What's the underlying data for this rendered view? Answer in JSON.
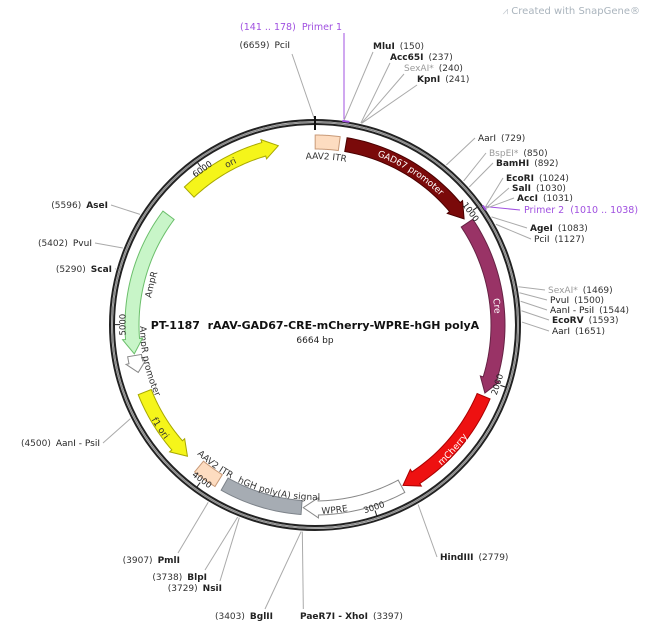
{
  "watermark": "Created with SnapGene®",
  "plasmid": {
    "name": "PT-1187  rAAV-GAD67-CRE-mCherry-WPRE-hGH polyA",
    "length_label": "6664 bp",
    "length": 6664
  },
  "ticks": [
    {
      "bp": 1000,
      "label": "1000"
    },
    {
      "bp": 2000,
      "label": "2000"
    },
    {
      "bp": 3000,
      "label": "3000"
    },
    {
      "bp": 4000,
      "label": "4000"
    },
    {
      "bp": 5000,
      "label": "5000"
    },
    {
      "bp": 6000,
      "label": "6000"
    }
  ],
  "features": [
    {
      "name": "AAV2 ITR",
      "start": 1,
      "end": 141,
      "direction": "none",
      "color": "#fddcc0",
      "stroke": "#c89a78",
      "label_color": "#333333"
    },
    {
      "name": "GAD67 promoter",
      "start": 180,
      "end": 1010,
      "direction": "cw",
      "color": "#7a0a0a",
      "stroke": "#4a0000",
      "label_color": "#ffffff"
    },
    {
      "name": "Cre",
      "start": 1040,
      "end": 2070,
      "direction": "cw",
      "color": "#993366",
      "stroke": "#662244",
      "label_color": "#ffffff"
    },
    {
      "name": "mCherry",
      "start": 2090,
      "end": 2800,
      "direction": "cw",
      "color": "#ee1111",
      "stroke": "#aa0000",
      "label_color": "#ffffff"
    },
    {
      "name": "WPRE",
      "start": 2810,
      "end": 3400,
      "direction": "cw",
      "color": "#ffffff",
      "stroke": "#888888",
      "label_color": "#333333"
    },
    {
      "name": "hGH poly(A) signal",
      "start": 3410,
      "end": 3880,
      "direction": "none",
      "color": "#a6acb3",
      "stroke": "#7d838a",
      "label_color": "#333333"
    },
    {
      "name": "AAV2 ITR",
      "start": 3920,
      "end": 4060,
      "direction": "none",
      "color": "#fddcc0",
      "stroke": "#c89a78",
      "label_color": "#333333"
    },
    {
      "name": "f1 ori",
      "start": 4150,
      "end": 4600,
      "direction": "ccw",
      "color": "#f5f51a",
      "stroke": "#a8a800",
      "label_color": "#333333"
    },
    {
      "name": "AmpR promoter",
      "start": 4720,
      "end": 4820,
      "direction": "ccw",
      "color": "#ffffff",
      "stroke": "#888888",
      "label_color": "#333333"
    },
    {
      "name": "AmpR",
      "start": 4830,
      "end": 5680,
      "direction": "ccw",
      "color": "#c8f5c8",
      "stroke": "#6bbf6b",
      "label_color": "#333333"
    },
    {
      "name": "ori",
      "start": 5860,
      "end": 6450,
      "direction": "cw",
      "color": "#f5f51a",
      "stroke": "#a8a800",
      "label_color": "#333333"
    }
  ],
  "primers": [
    {
      "name": "Primer 1",
      "range": "(141 .. 178)",
      "start": 141,
      "end": 178
    },
    {
      "name": "Primer 2",
      "range": "(1010 .. 1038)",
      "start": 1010,
      "end": 1038
    }
  ],
  "sites": [
    {
      "name": "PciI",
      "pos": "(6659)",
      "bp": 6659
    },
    {
      "name": "MluI",
      "pos": "(150)",
      "bp": 150
    },
    {
      "name": "Acc65I",
      "pos": "(237)",
      "bp": 237
    },
    {
      "name": "SexAI*",
      "pos": "(240)",
      "bp": 240
    },
    {
      "name": "KpnI",
      "pos": "(241)",
      "bp": 241
    },
    {
      "name": "AarI",
      "pos": "(729)",
      "bp": 729
    },
    {
      "name": "BspEI*",
      "pos": "(850)",
      "bp": 850
    },
    {
      "name": "BamHI",
      "pos": "(892)",
      "bp": 892
    },
    {
      "name": "EcoRI",
      "pos": "(1024)",
      "bp": 1024
    },
    {
      "name": "SalI",
      "pos": "(1030)",
      "bp": 1030
    },
    {
      "name": "AccI",
      "pos": "(1031)",
      "bp": 1031
    },
    {
      "name": "AgeI",
      "pos": "(1083)",
      "bp": 1083
    },
    {
      "name": "PciI",
      "pos": "(1127)",
      "bp": 1127
    },
    {
      "name": "SexAI*",
      "pos": "(1469)",
      "bp": 1469
    },
    {
      "name": "PvuI",
      "pos": "(1500)",
      "bp": 1500
    },
    {
      "name": "AanI - PsiI",
      "pos": "(1544)",
      "bp": 1544
    },
    {
      "name": "EcoRV",
      "pos": "(1593)",
      "bp": 1593
    },
    {
      "name": "AarI",
      "pos": "(1651)",
      "bp": 1651
    },
    {
      "name": "HindIII",
      "pos": "(2779)",
      "bp": 2779
    },
    {
      "name": "PaeR7I - XhoI",
      "pos": "(3397)",
      "bp": 3397
    },
    {
      "name": "BglII",
      "pos": "(3403)",
      "bp": 3403
    },
    {
      "name": "NsiI",
      "pos": "(3729)",
      "bp": 3729
    },
    {
      "name": "BlpI",
      "pos": "(3738)",
      "bp": 3738
    },
    {
      "name": "PmlI",
      "pos": "(3907)",
      "bp": 3907
    },
    {
      "name": "AanI - PsiI",
      "pos": "(4500)",
      "bp": 4500
    },
    {
      "name": "ScaI",
      "pos": "(5290)",
      "bp": 5290
    },
    {
      "name": "PvuI",
      "pos": "(5402)",
      "bp": 5402
    },
    {
      "name": "AseI",
      "pos": "(5596)",
      "bp": 5596
    }
  ]
}
